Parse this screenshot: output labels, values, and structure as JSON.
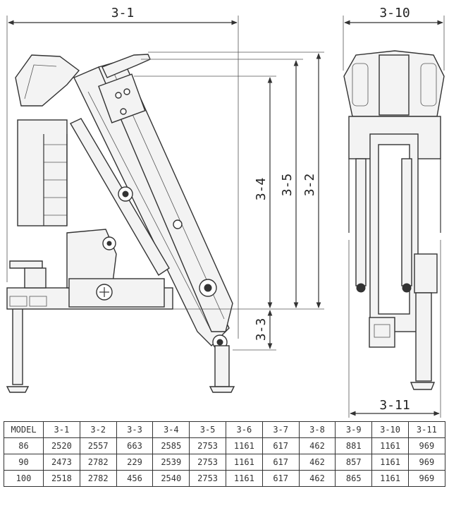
{
  "dimensions": {
    "d1": "3-1",
    "d2": "3-2",
    "d3": "3-3",
    "d4": "3-4",
    "d5": "3-5",
    "d10": "3-10",
    "d11": "3-11"
  },
  "table": {
    "headers": [
      "MODEL",
      "3-1",
      "3-2",
      "3-3",
      "3-4",
      "3-5",
      "3-6",
      "3-7",
      "3-8",
      "3-9",
      "3-10",
      "3-11"
    ],
    "rows": [
      [
        "86",
        "2520",
        "2557",
        "663",
        "2585",
        "2753",
        "1161",
        "617",
        "462",
        "881",
        "1161",
        "969"
      ],
      [
        "90",
        "2473",
        "2782",
        "229",
        "2539",
        "2753",
        "1161",
        "617",
        "462",
        "857",
        "1161",
        "969"
      ],
      [
        "100",
        "2518",
        "2782",
        "456",
        "2540",
        "2753",
        "1161",
        "617",
        "462",
        "865",
        "1161",
        "969"
      ]
    ]
  }
}
